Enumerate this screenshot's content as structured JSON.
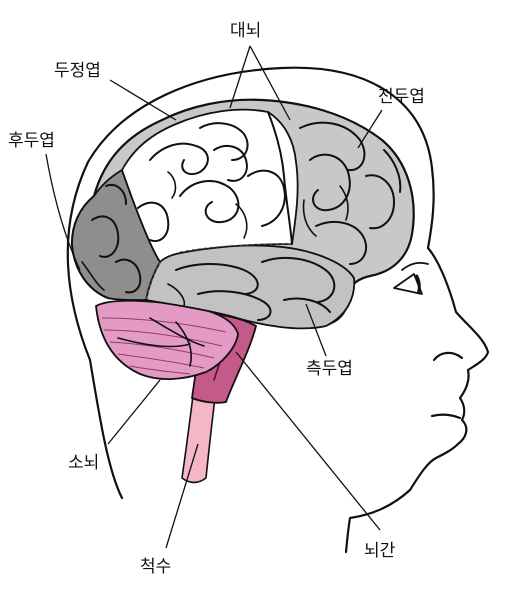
{
  "labels": {
    "cerebrum": "대뇌",
    "parietal_lobe": "두정엽",
    "frontal_lobe": "전두엽",
    "occipital_lobe": "후두엽",
    "temporal_lobe": "측두엽",
    "cerebellum": "소뇌",
    "brainstem": "뇌간",
    "spinal_cord": "척수"
  },
  "colors": {
    "frontal_lobe": "#c8c8c8",
    "parietal_lobe": "#ffffff",
    "occipital_lobe": "#8e8e8e",
    "temporal_lobe": "#c2c2c2",
    "cerebellum": "#e39bc6",
    "brainstem": "#c45a8a",
    "spinal_cord": "#f5b6c8",
    "outline": "#111111"
  }
}
